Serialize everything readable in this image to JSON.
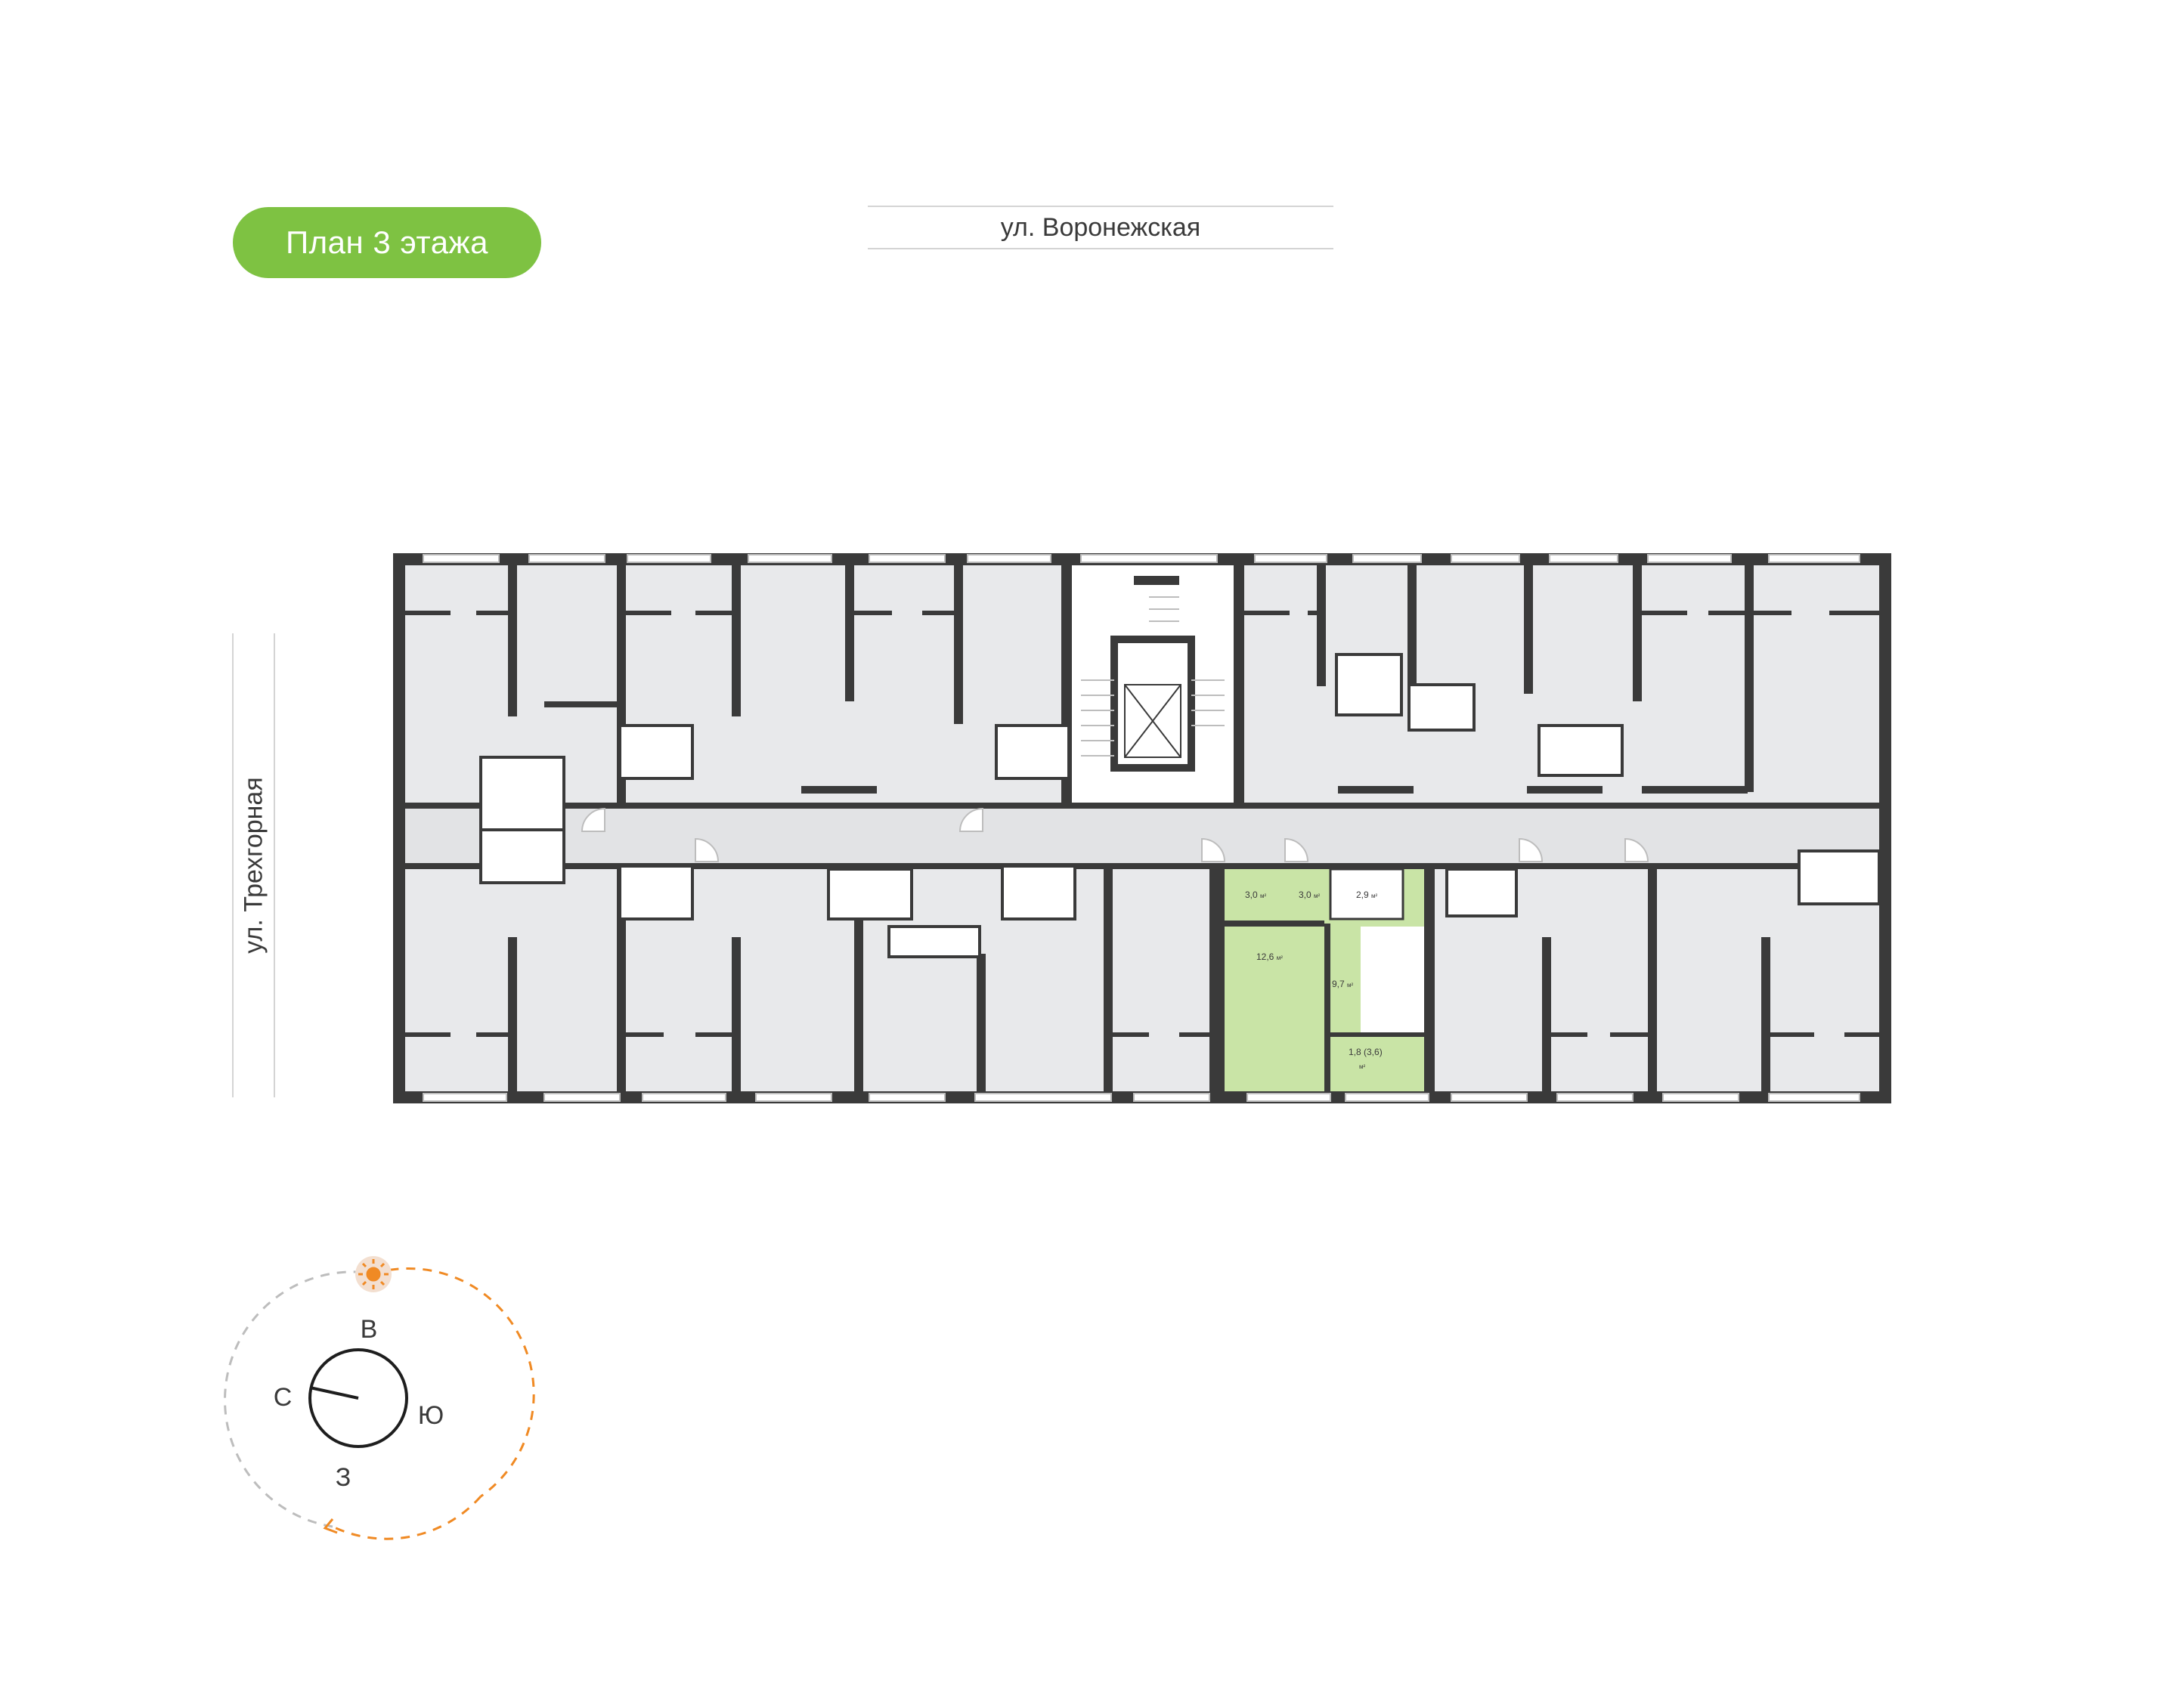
{
  "title": "План 3 этажа",
  "streets": {
    "top": "ул. Воронежская",
    "left": "ул. Трехгорная"
  },
  "highlighted_unit": {
    "rooms": [
      {
        "area": "3,0",
        "unit": "м²"
      },
      {
        "area": "3,0",
        "unit": "м²"
      },
      {
        "area": "2,9",
        "unit": "м²"
      },
      {
        "area": "12,6",
        "unit": "м²"
      },
      {
        "area": "9,7",
        "unit": "м²"
      },
      {
        "area": "1,8 (3,6)",
        "unit": "м²"
      }
    ]
  },
  "compass": {
    "north": "С",
    "east": "В",
    "south": "Ю",
    "west": "З"
  },
  "colors": {
    "accent_green": "#7ec242",
    "unit_fill": "#c9e4a6",
    "wall": "#3a3a3a",
    "room_fill": "#e8e9eb",
    "sun_path": "#f08a24"
  }
}
